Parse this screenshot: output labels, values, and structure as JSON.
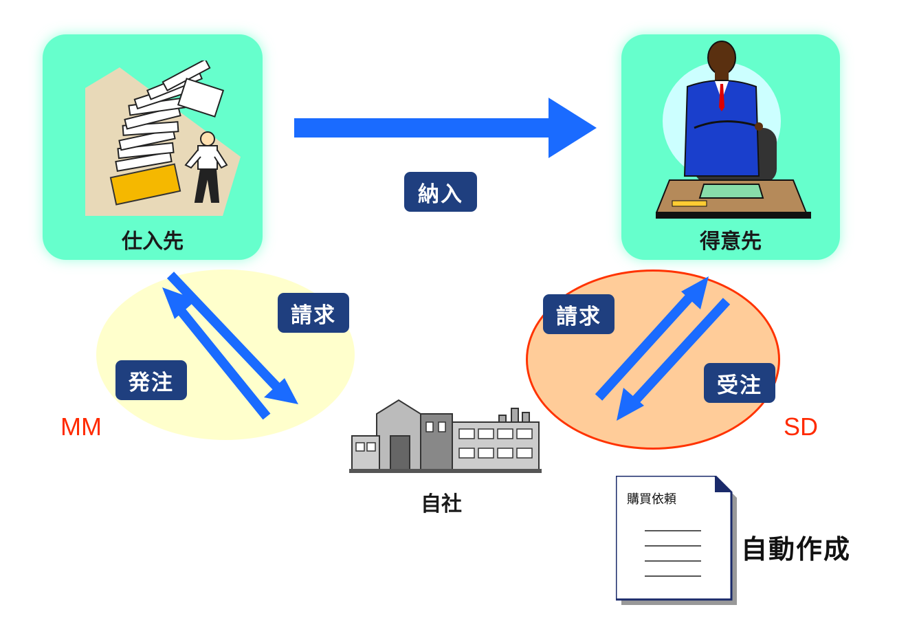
{
  "supplier": {
    "label": "仕入先"
  },
  "customer": {
    "label": "得意先"
  },
  "company": {
    "label": "自社"
  },
  "flows": {
    "delivery": "納入",
    "supplier_invoice": "請求",
    "purchase_order": "発注",
    "customer_invoice": "請求",
    "sales_order": "受注"
  },
  "modules": {
    "left": "MM",
    "right": "SD"
  },
  "document": {
    "title": "購買依頼",
    "caption": "自動作成"
  },
  "colors": {
    "panel": "#66ffcc",
    "tag": "#1f3f7f",
    "arrow": "#1a6bff",
    "mm_ellipse": "#ffffcc",
    "sd_ellipse": "#ffcc99",
    "sd_border": "#ff3300",
    "module_text": "#ff2a00"
  }
}
